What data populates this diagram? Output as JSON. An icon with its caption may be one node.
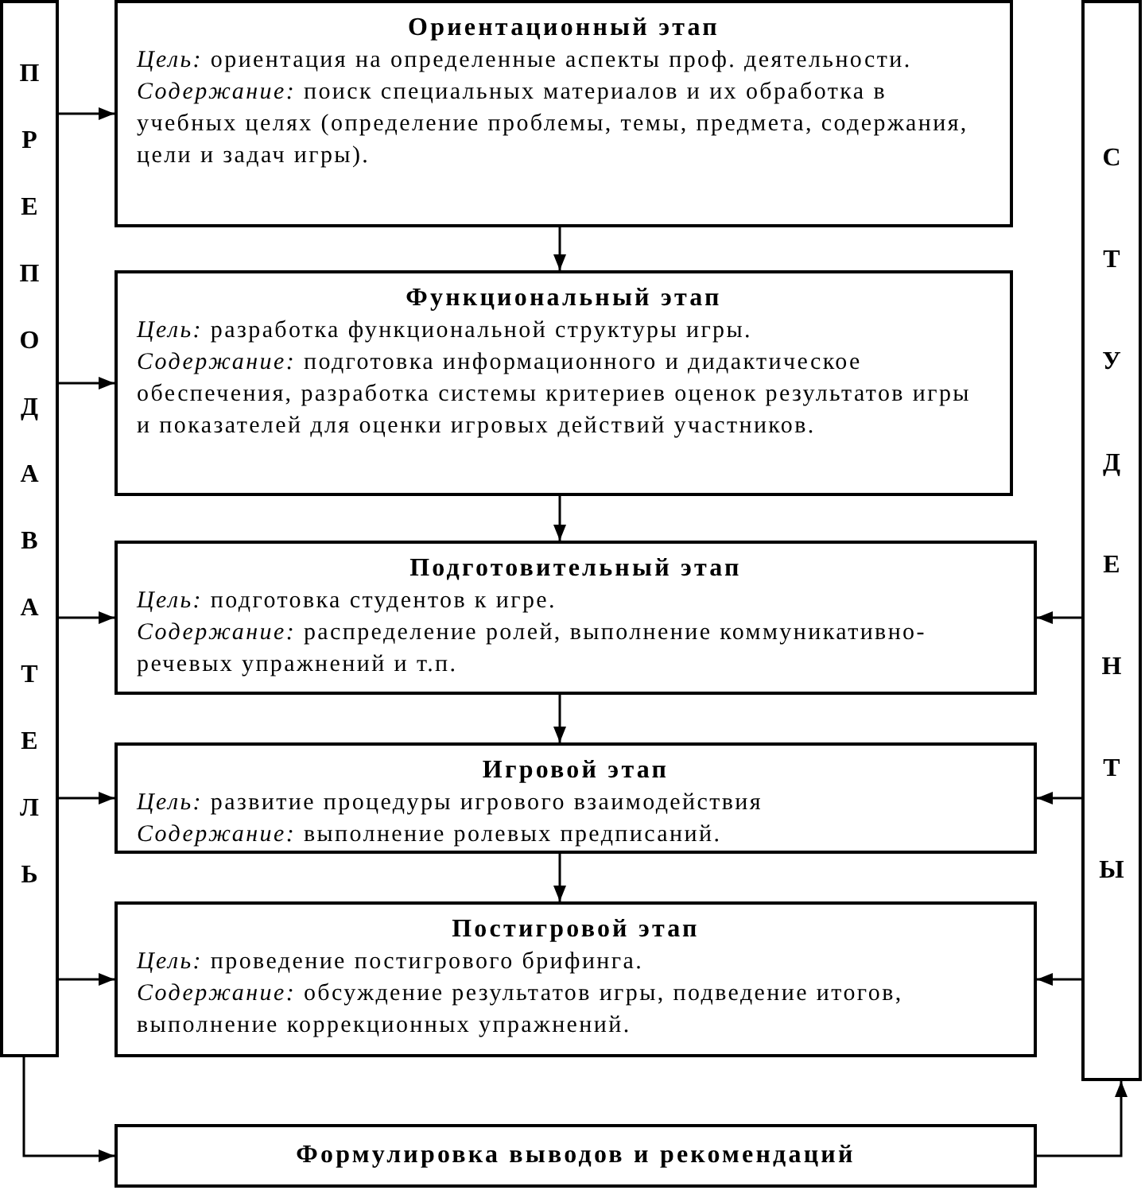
{
  "diagram": {
    "nodes": [
      {
        "text": [
          "ПРЕПОДАВАТЕЛЬ"
        ]
      },
      {
        "text": [
          "Ориентационный этап",
          "*Цель:* ориентация на определенные аспекты проф. деятельности.",
          "*Содержание:* поиск специальных материалов и их обработка в учебных целях (определение проблемы, темы, предмета, содержания, цели и задач игры)."
        ]
      },
      {
        "text": [
          "Функциональный этап",
          "*Цель:* разработка функциональной структуры игры.",
          "*Содержание:* подготовка информационного и дидактическое обеспечения, разработка системы критериев оценок результатов игры и показателей для оценки игровых действий участников."
        ]
      },
      {
        "text": [
          "Подготовительный этап",
          "*Цель:* подготовка студентов к игре.",
          "*Содержание:* распределение ролей, выполнение коммуникативно-речевых упражнений и т.п."
        ]
      },
      {
        "text": [
          "Игровой этап",
          "*Цель:* развитие процедуры игрового взаимодействия",
          "*Содержание:* выполнение ролевых предписаний."
        ]
      },
      {
        "text": [
          "Постигровой этап",
          "*Цель:* проведение постигрового брифинга.",
          "*Содержание:* обсуждение результатов игры, подведение итогов, выполнение коррекционных упражнений."
        ]
      },
      {
        "text": [
          "Формулировка выводов и рекомендаций"
        ]
      },
      {
        "text": [
          "СТУДЕНТЫ"
        ]
      }
    ],
    "edges": [
      {
        "from": 0,
        "to": 1,
        "arrow": "to"
      },
      {
        "from": 0,
        "to": 2,
        "arrow": "to"
      },
      {
        "from": 0,
        "to": 3,
        "arrow": "to"
      },
      {
        "from": 0,
        "to": 4,
        "arrow": "to"
      },
      {
        "from": 0,
        "to": 5,
        "arrow": "to"
      },
      {
        "from": 1,
        "to": 2,
        "arrow": "to"
      },
      {
        "from": 2,
        "to": 3,
        "arrow": "to"
      },
      {
        "from": 3,
        "to": 4,
        "arrow": "to"
      },
      {
        "from": 4,
        "to": 5,
        "arrow": "to"
      },
      {
        "from": 7,
        "to": 3,
        "arrow": "to"
      },
      {
        "from": 7,
        "to": 4,
        "arrow": "to"
      },
      {
        "from": 7,
        "to": 5,
        "arrow": "to"
      },
      {
        "from": 0,
        "to": 6,
        "arrow": "to"
      },
      {
        "from": 6,
        "to": 7,
        "arrow": "to"
      }
    ]
  }
}
